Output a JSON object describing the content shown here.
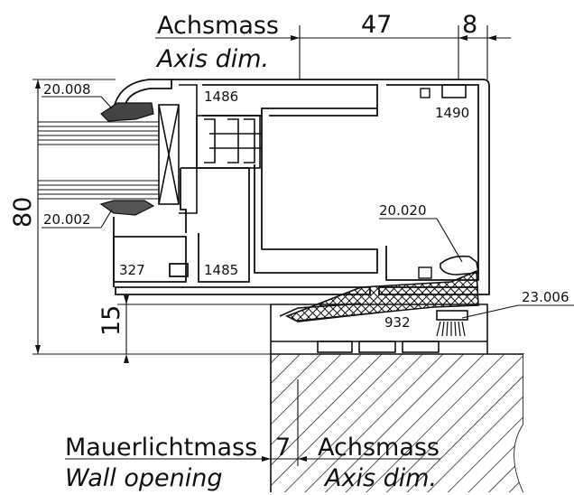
{
  "labels": {
    "top_axis_de": "Achsmass",
    "top_axis_en": "Axis dim.",
    "dim_47": "47",
    "dim_8": "8",
    "dim_80": "80",
    "dim_15": "15",
    "dim_7": "7",
    "bottom_left_de": "Mauerlichtmass",
    "bottom_left_en": "Wall opening",
    "bottom_right_de": "Achsmass",
    "bottom_right_en": "Axis dim."
  },
  "parts": {
    "p20008": "20.008",
    "p20002": "20.002",
    "p1486": "1486",
    "p1490": "1490",
    "p20020": "20.020",
    "p327": "327",
    "p1485": "1485",
    "p932": "932",
    "p23006": "23.006"
  },
  "colors": {
    "line": "#111111",
    "background": "#ffffff"
  }
}
